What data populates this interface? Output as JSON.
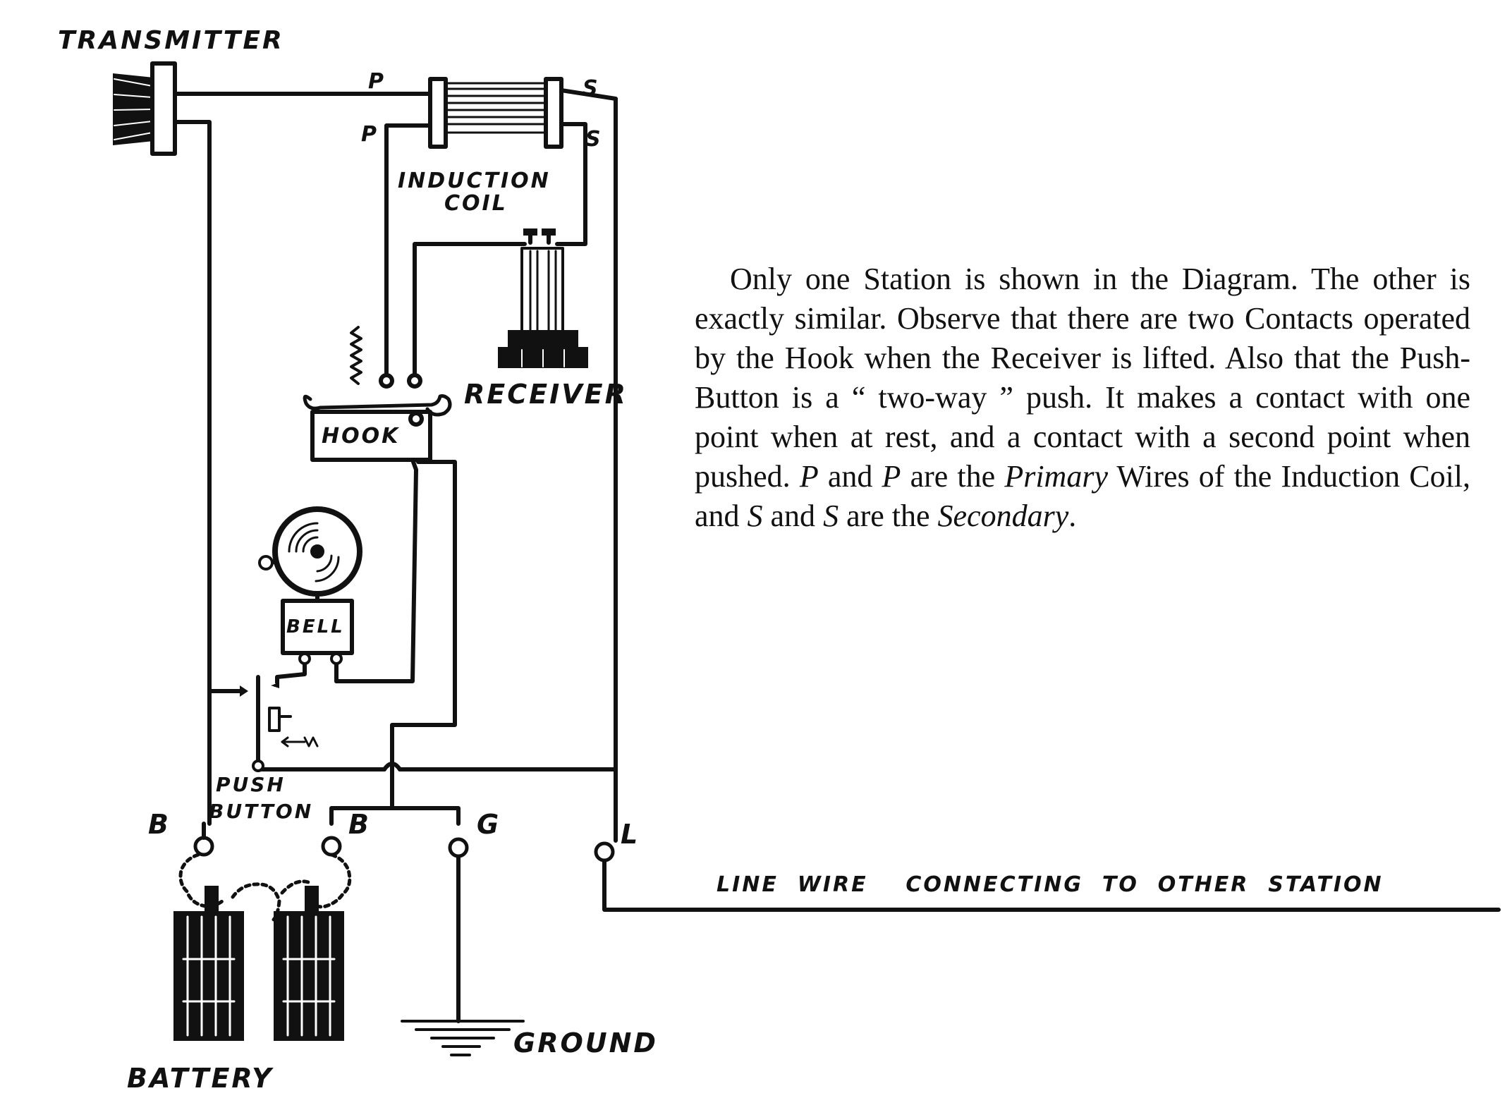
{
  "labels": {
    "transmitter": "TRANSMITTER",
    "primary_p1": "P",
    "primary_p2": "P",
    "secondary_s1": "S",
    "secondary_s2": "S",
    "induction_coil_1": "INDUCTION",
    "induction_coil_2": "COIL",
    "receiver": "RECEIVER",
    "hook": "HOOK",
    "bell": "BELL",
    "push_button_1": "PUSH",
    "push_button_2": "BUTTON",
    "terminal_b1": "B",
    "terminal_b2": "B",
    "terminal_g": "G",
    "terminal_l": "L",
    "line_wire": "LINE  WIRE    CONNECTING  TO  OTHER  STATION",
    "ground": "GROUND",
    "battery": "BATTERY"
  },
  "caption": {
    "sentence_1": "Only one Station is shown in the Diagram.  The other is exactly similar.  Observe that there are two Contacts operated by the Hook when the Receiver is lifted.  Also that the Push-Button is a “ two-way ” push.  It makes a contact with one point when at rest, and a contact with a second point when pushed.",
    "p_1": "P",
    "and_1": " and ",
    "p_2": "P",
    "are_the_1": " are the ",
    "primary": "Primary",
    "primary_rest": " Wires of the Induction Coil, and ",
    "s_1": "S",
    "and_2": " and ",
    "s_2": "S",
    "are_the_2": " are the ",
    "secondary": "Secondary",
    "end": "."
  }
}
